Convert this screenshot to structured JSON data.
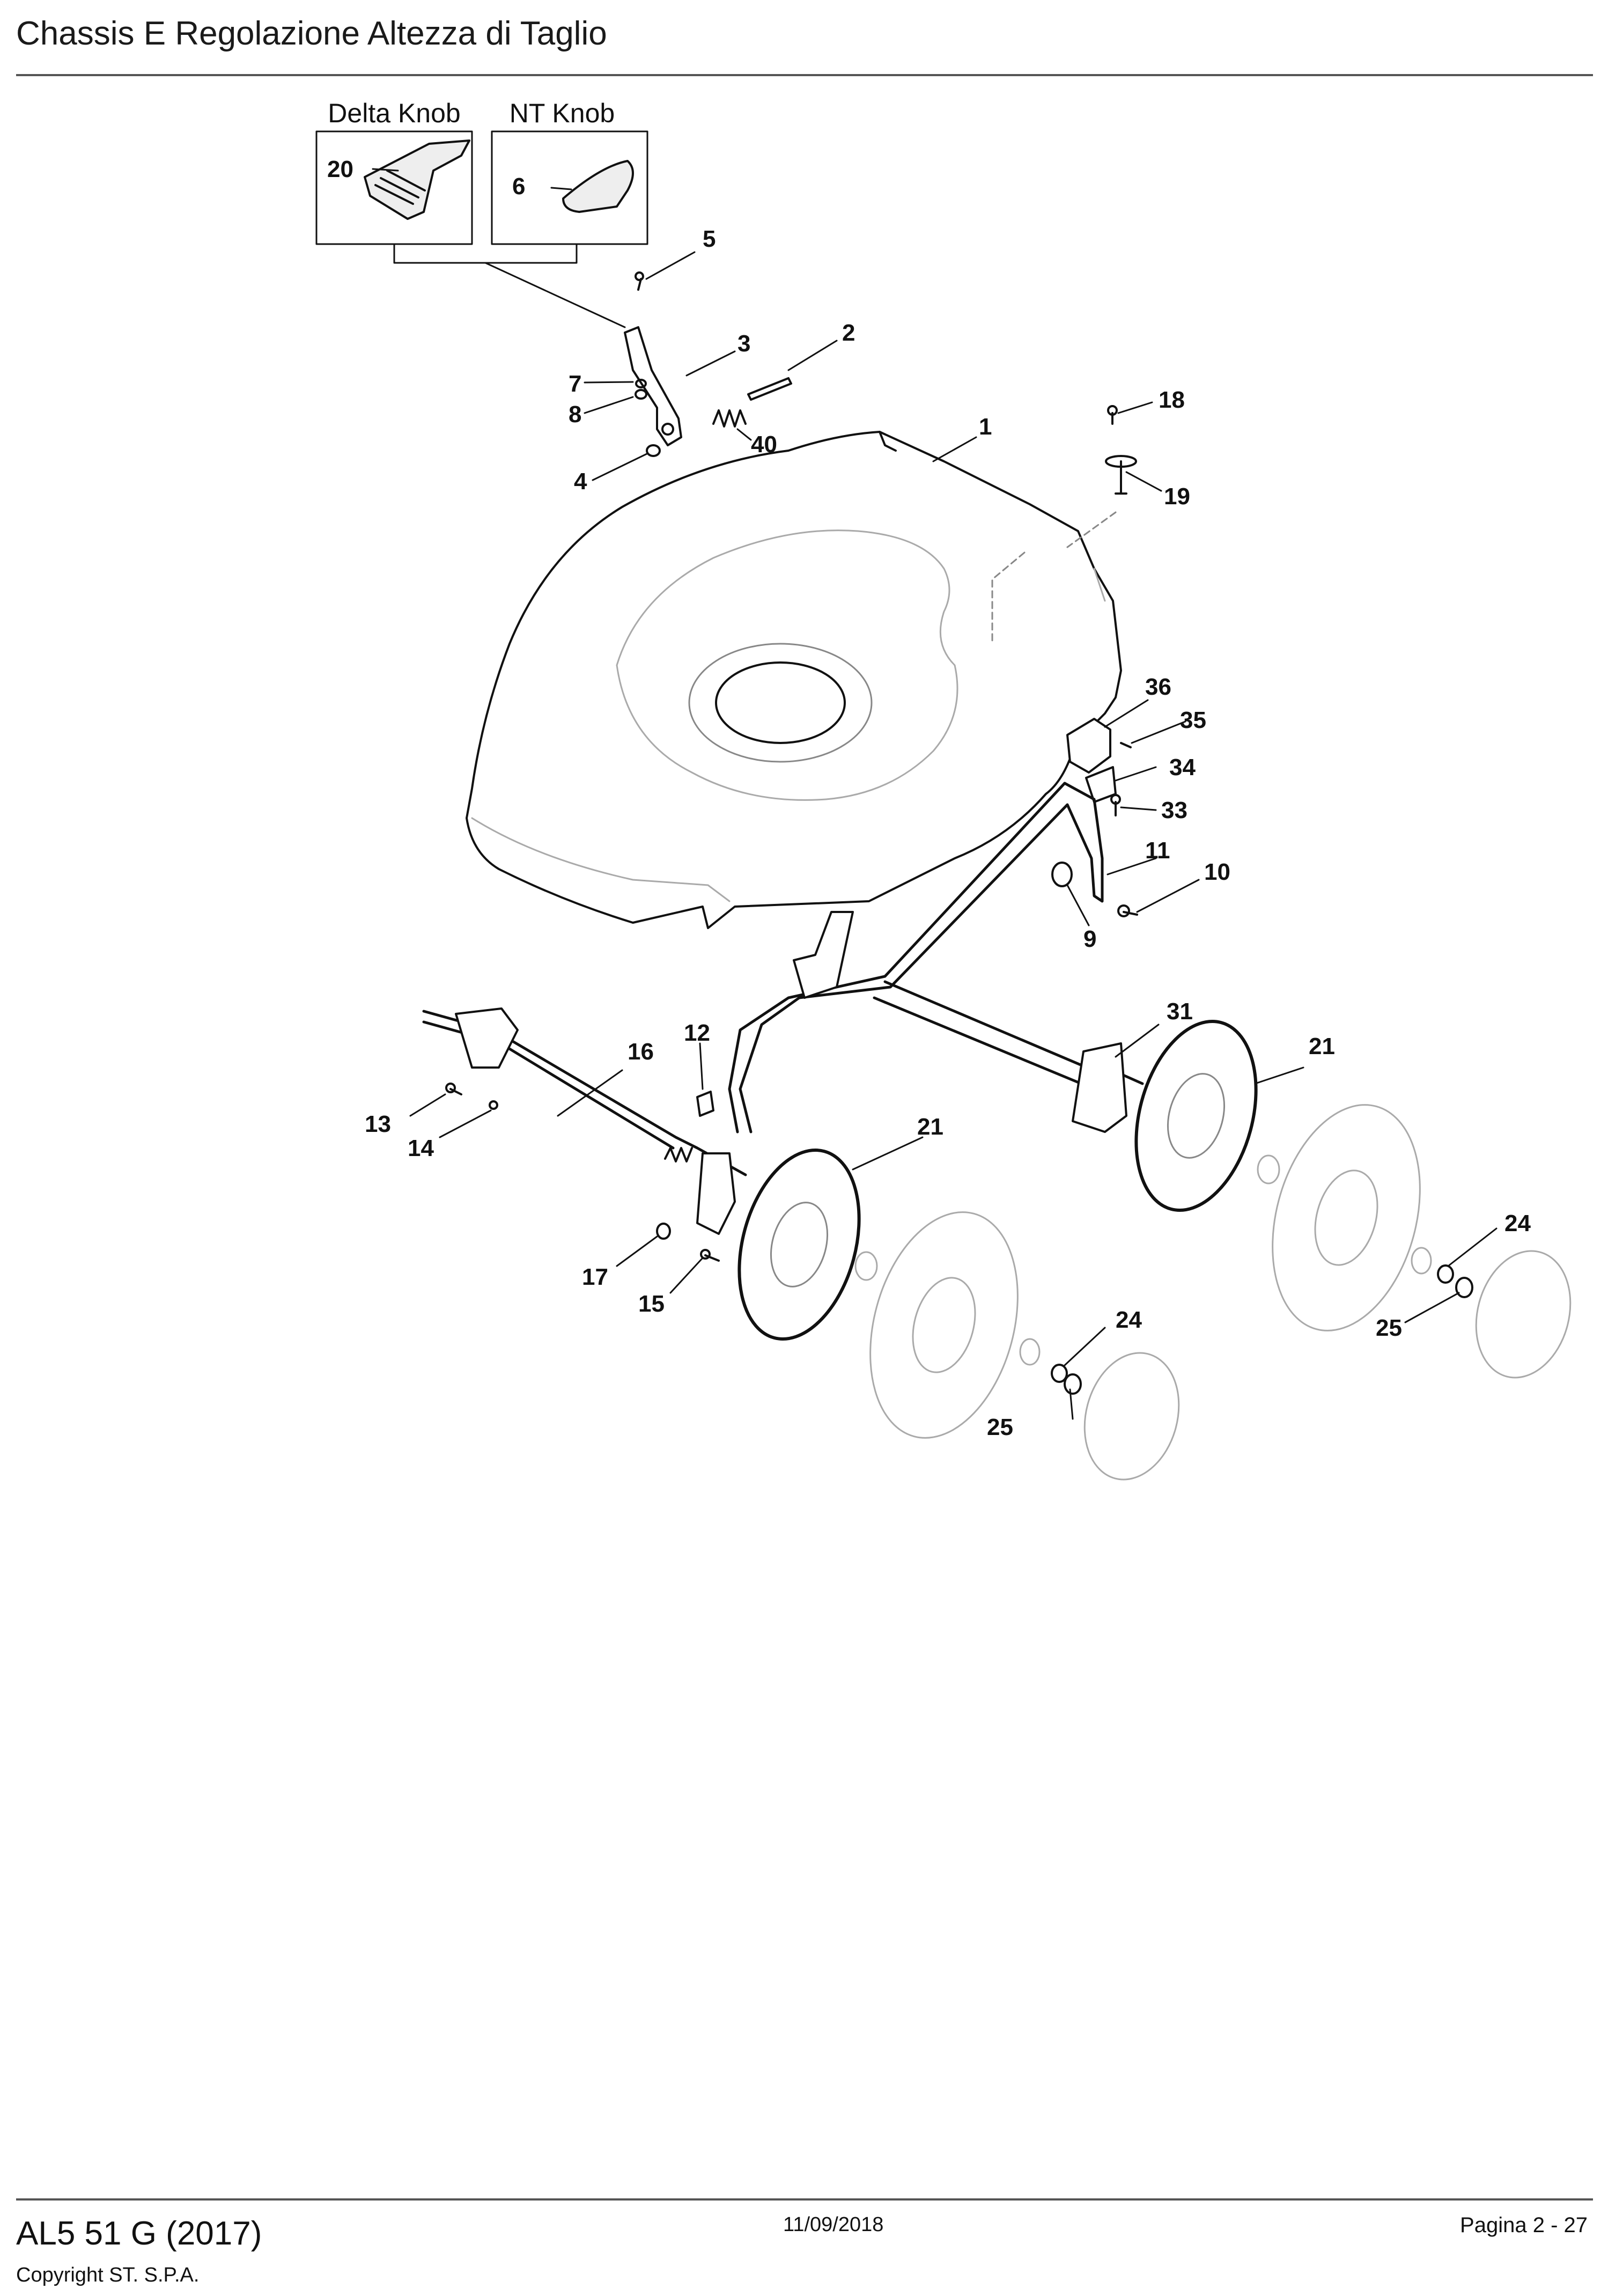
{
  "header": {
    "title": "Chassis E Regolazione Altezza di Taglio"
  },
  "variants": [
    {
      "title": "Delta Knob",
      "callout": "20"
    },
    {
      "title": "NT Knob",
      "callout": "6"
    }
  ],
  "callouts": {
    "c1": "1",
    "c2": "2",
    "c3": "3",
    "c4": "4",
    "c5": "5",
    "c7": "7",
    "c8": "8",
    "c9": "9",
    "c10": "10",
    "c11": "11",
    "c12": "12",
    "c13": "13",
    "c14": "14",
    "c15": "15",
    "c16": "16",
    "c17": "17",
    "c18": "18",
    "c19": "19",
    "c21a": "21",
    "c21b": "21",
    "c24a": "24",
    "c24b": "24",
    "c25a": "25",
    "c25b": "25",
    "c31": "31",
    "c33": "33",
    "c34": "34",
    "c35": "35",
    "c36": "36",
    "c40": "40"
  },
  "footer": {
    "model": "AL5 51 G (2017)",
    "copyright": "Copyright ST. S.P.A.",
    "date": "11/09/2018",
    "page": "Pagina 2 - 27"
  }
}
